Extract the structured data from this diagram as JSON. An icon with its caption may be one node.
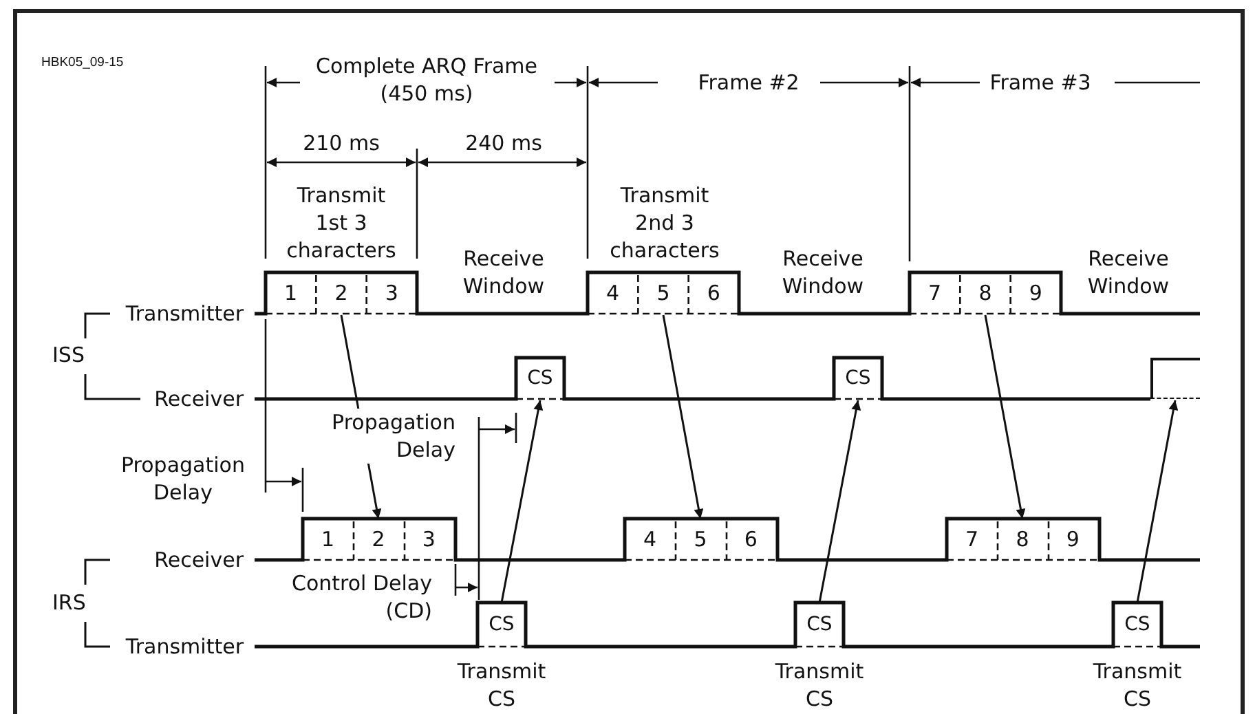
{
  "diagram": {
    "nodes": [
      {
        "text": [
          "1"
        ]
      },
      {
        "text": [
          "2"
        ]
      },
      {
        "text": [
          "3"
        ]
      },
      {
        "text": [
          "4"
        ]
      },
      {
        "text": [
          "5"
        ]
      },
      {
        "text": [
          "6"
        ]
      },
      {
        "text": [
          "7"
        ]
      },
      {
        "text": [
          "8"
        ]
      },
      {
        "text": [
          "9"
        ]
      },
      {
        "text": [
          "CS"
        ]
      },
      {
        "text": [
          "CS"
        ]
      },
      {
        "text": [],
        "shape": "box"
      },
      {
        "text": [
          "1"
        ]
      },
      {
        "text": [
          "2"
        ]
      },
      {
        "text": [
          "3"
        ]
      },
      {
        "text": [
          "4"
        ]
      },
      {
        "text": [
          "5"
        ]
      },
      {
        "text": [
          "6"
        ]
      },
      {
        "text": [
          "7"
        ]
      },
      {
        "text": [
          "8"
        ]
      },
      {
        "text": [
          "9"
        ]
      },
      {
        "text": [
          "CS"
        ],
        "beside": [
          "Transmit CS"
        ]
      },
      {
        "text": [
          "CS"
        ],
        "beside": [
          "Transmit CS"
        ]
      },
      {
        "text": [
          "CS"
        ],
        "beside": [
          "Transmit CS"
        ]
      }
    ],
    "edges": [
      {
        "from": 1,
        "to": 13,
        "arrow": "to"
      },
      {
        "from": 4,
        "to": 16,
        "arrow": "to"
      },
      {
        "from": 7,
        "to": 19,
        "arrow": "to"
      },
      {
        "from": 21,
        "to": 9,
        "arrow": "to"
      },
      {
        "from": 22,
        "to": 10,
        "arrow": "to"
      },
      {
        "from": 23,
        "to": 11,
        "arrow": "to"
      }
    ],
    "labels": [
      "HBK05_09-15",
      "Complete ARQ Frame (450 ms)",
      "Frame #2",
      "Frame #3",
      "210 ms",
      "240 ms",
      "Transmit 1st 3 characters",
      "Receive Window",
      "Transmit 2nd 3 characters",
      "Receive Window",
      "Receive Window",
      "Transmitter",
      "ISS",
      "Receiver",
      "Propagation Delay",
      "Propagation Delay",
      "Receiver",
      "Control Delay (CD)",
      "IRS",
      "Transmitter"
    ]
  }
}
